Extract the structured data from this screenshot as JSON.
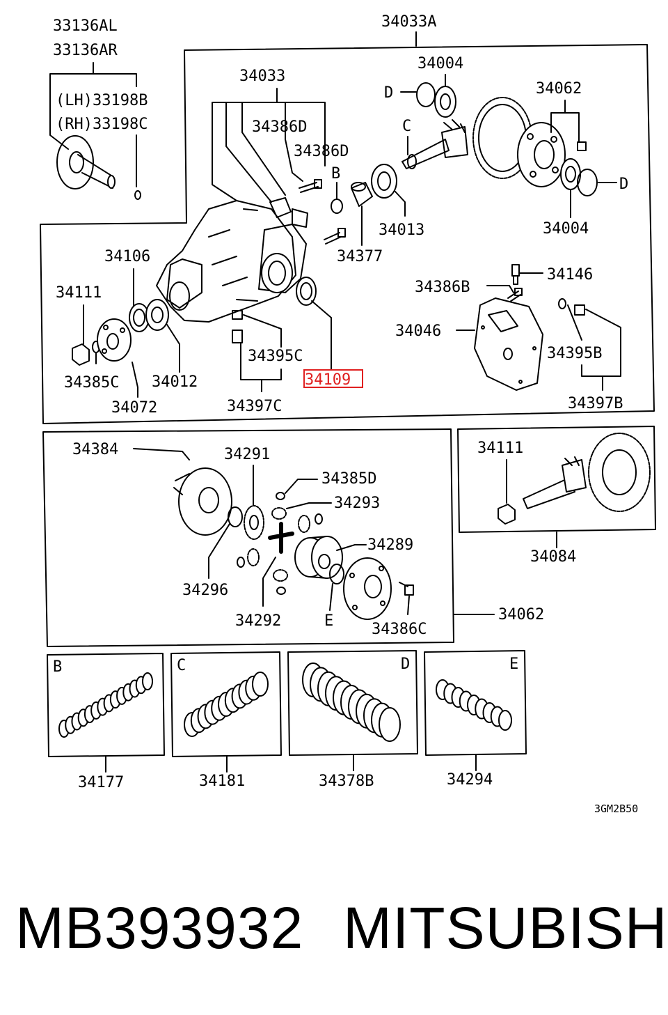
{
  "diagram": {
    "drawing_code": "3GM2B50",
    "highlighted_part": "34109",
    "highlight_color": "#e02020",
    "callouts": {
      "c33136al": "33136AL",
      "c33136ar": "33136AR",
      "c33198b": "(LH)33198B",
      "c33198c": "(RH)33198C",
      "c34033a": "34033A",
      "c34033": "34033",
      "c34386d_1": "34386D",
      "c34386d_2": "34386D",
      "c34004_top": "34004",
      "c34062_top": "34062",
      "c34004_bot": "34004",
      "c34013": "34013",
      "c34377": "34377",
      "c34106": "34106",
      "c34111": "34111",
      "c34146": "34146",
      "c34386b": "34386B",
      "c34046": "34046",
      "c34395b": "34395B",
      "c34397b": "34397B",
      "c34395c": "34395C",
      "c34109": "34109",
      "c34385c": "34385C",
      "c34012": "34012",
      "c34072": "34072",
      "c34397c": "34397C",
      "c34384": "34384",
      "c34291": "34291",
      "c34385d": "34385D",
      "c34293": "34293",
      "c34289": "34289",
      "c34296": "34296",
      "c34292": "34292",
      "c34386c": "34386C",
      "c34062_mid": "34062",
      "c34111_box": "34111",
      "c34084": "34084",
      "c34177": "34177",
      "c34181": "34181",
      "c34378b": "34378B",
      "c34294": "34294"
    },
    "letters": {
      "d1": "D",
      "d2": "D",
      "c1": "C",
      "b1": "B",
      "e1": "E",
      "box_b": "B",
      "box_c": "C",
      "box_d": "D",
      "box_e": "E"
    }
  },
  "caption": {
    "part_number": "MB393932",
    "brand": "MITSUBISHI"
  }
}
